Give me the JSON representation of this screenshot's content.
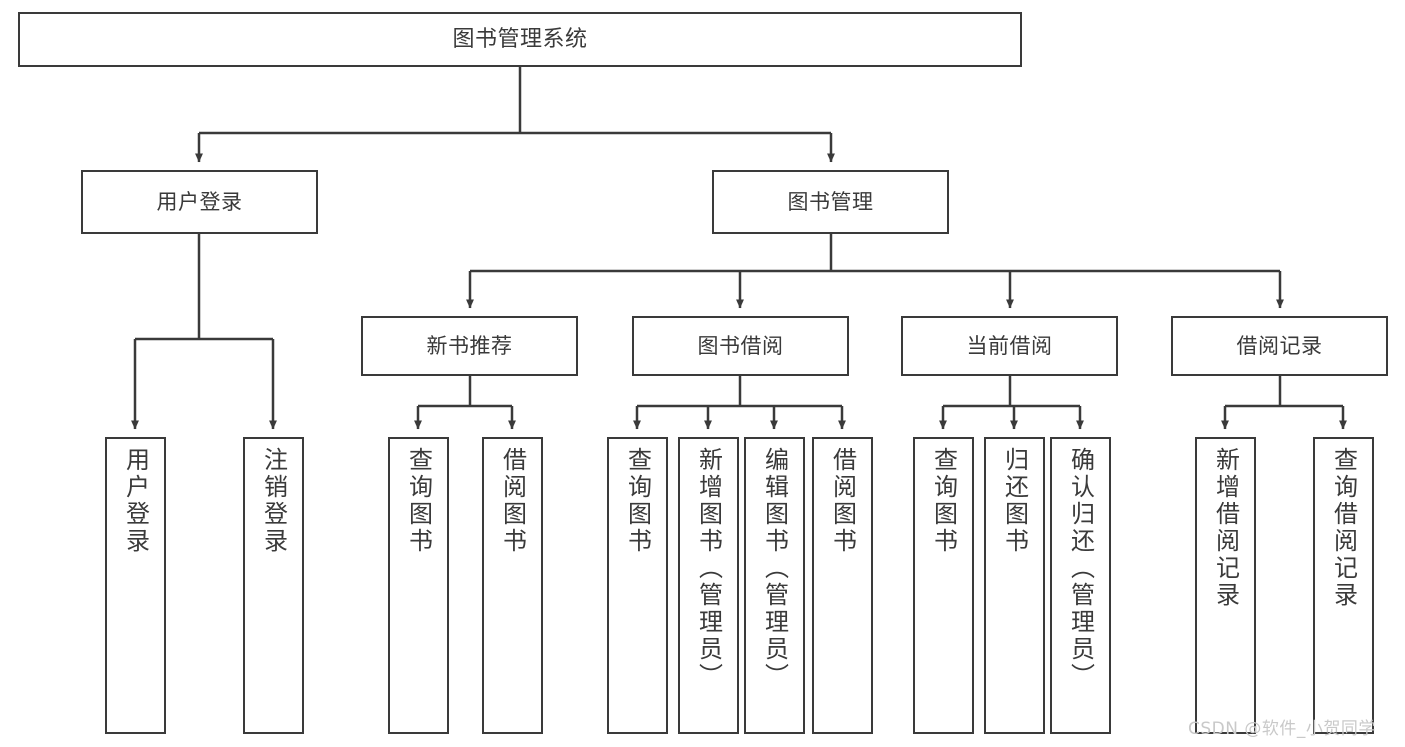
{
  "diagram": {
    "type": "tree",
    "title": "图书管理系统",
    "stroke_color": "#3a3a3a",
    "fill_color": "#ffffff",
    "text_color": "#3a3a3a",
    "watermark": "CSDN @软件_小贺同学",
    "watermark_color": "#c9c9c9"
  },
  "nodes": {
    "root": {
      "label": "图书管理系统"
    },
    "level2": [
      {
        "label": "用户登录"
      },
      {
        "label": "图书管理"
      }
    ],
    "level3": [
      {
        "label": "新书推荐"
      },
      {
        "label": "图书借阅"
      },
      {
        "label": "当前借阅"
      },
      {
        "label": "借阅记录"
      }
    ],
    "leaves": {
      "user_login": [
        {
          "label": "用户登录"
        },
        {
          "label": "注销登录"
        }
      ],
      "new_book_recommend": [
        {
          "label": "查询图书"
        },
        {
          "label": "借阅图书"
        }
      ],
      "book_borrow": [
        {
          "label": "查询图书"
        },
        {
          "label": "新增图书（管理员）"
        },
        {
          "label": "编辑图书（管理员）"
        },
        {
          "label": "借阅图书"
        }
      ],
      "current_borrow": [
        {
          "label": "查询图书"
        },
        {
          "label": "归还图书"
        },
        {
          "label": "确认归还（管理员）"
        }
      ],
      "borrow_record": [
        {
          "label": "新增借阅记录"
        },
        {
          "label": "查询借阅记录"
        }
      ]
    }
  }
}
